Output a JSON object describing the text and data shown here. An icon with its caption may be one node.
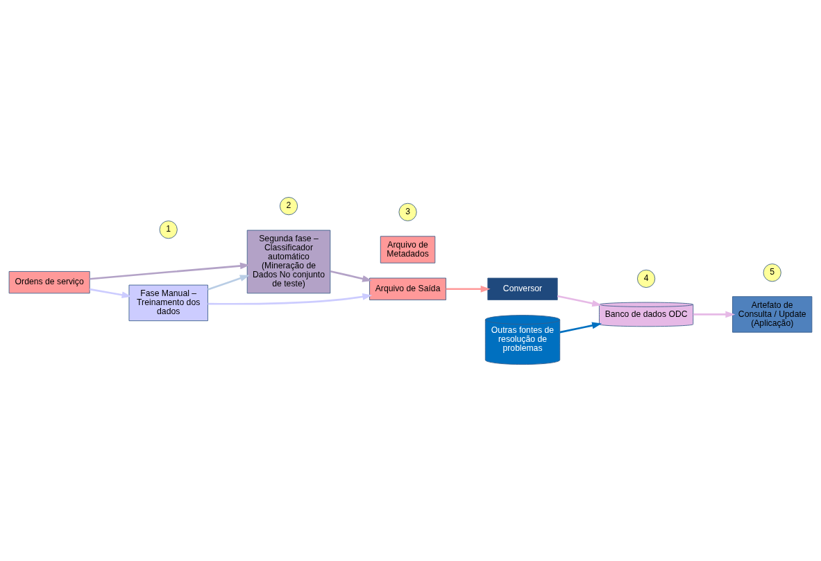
{
  "diagram": {
    "nodes": [
      {
        "text": [
          "Ordens de serviço"
        ]
      },
      {
        "text": [
          "Fase Manual – Treinamento dos dados"
        ]
      },
      {
        "text": [
          "Segunda fase – Classificador automático (Mineração de Dados No conjunto de teste)"
        ]
      },
      {
        "text": [
          "Arquivo de Metadados"
        ]
      },
      {
        "text": [
          "Arquivo de Saída"
        ]
      },
      {
        "text": [
          "Conversor"
        ]
      },
      {
        "text": [
          "Outras fontes de resolução de problemas"
        ]
      },
      {
        "text": [
          "Banco de dados ODC"
        ]
      },
      {
        "text": [
          "Artefato de Consulta / Update (Aplicação)"
        ]
      },
      {
        "text": [
          "1"
        ]
      },
      {
        "text": [
          "2"
        ]
      },
      {
        "text": [
          "3"
        ]
      },
      {
        "text": [
          "4"
        ]
      },
      {
        "text": [
          "5"
        ]
      }
    ],
    "edges": [
      {
        "from": 0,
        "to": 1,
        "arrow": "to",
        "color": "#ccccff"
      },
      {
        "from": 1,
        "to": 2,
        "arrow": "to",
        "color": "#b9cde5"
      },
      {
        "from": 0,
        "to": 2,
        "arrow": "to",
        "color": "#b3a2c7"
      },
      {
        "from": 1,
        "to": 4,
        "arrow": "to",
        "color": "#ccccff"
      },
      {
        "from": 2,
        "to": 4,
        "arrow": "to",
        "color": "#b3a2c7"
      },
      {
        "from": 4,
        "to": 5,
        "arrow": "to",
        "color": "#ff9999"
      },
      {
        "from": 5,
        "to": 7,
        "arrow": "to",
        "color": "#e6b9e6"
      },
      {
        "from": 6,
        "to": 7,
        "arrow": "to",
        "color": "#0070c0"
      },
      {
        "from": 7,
        "to": 8,
        "arrow": "to",
        "color": "#e6b9e6"
      }
    ]
  }
}
